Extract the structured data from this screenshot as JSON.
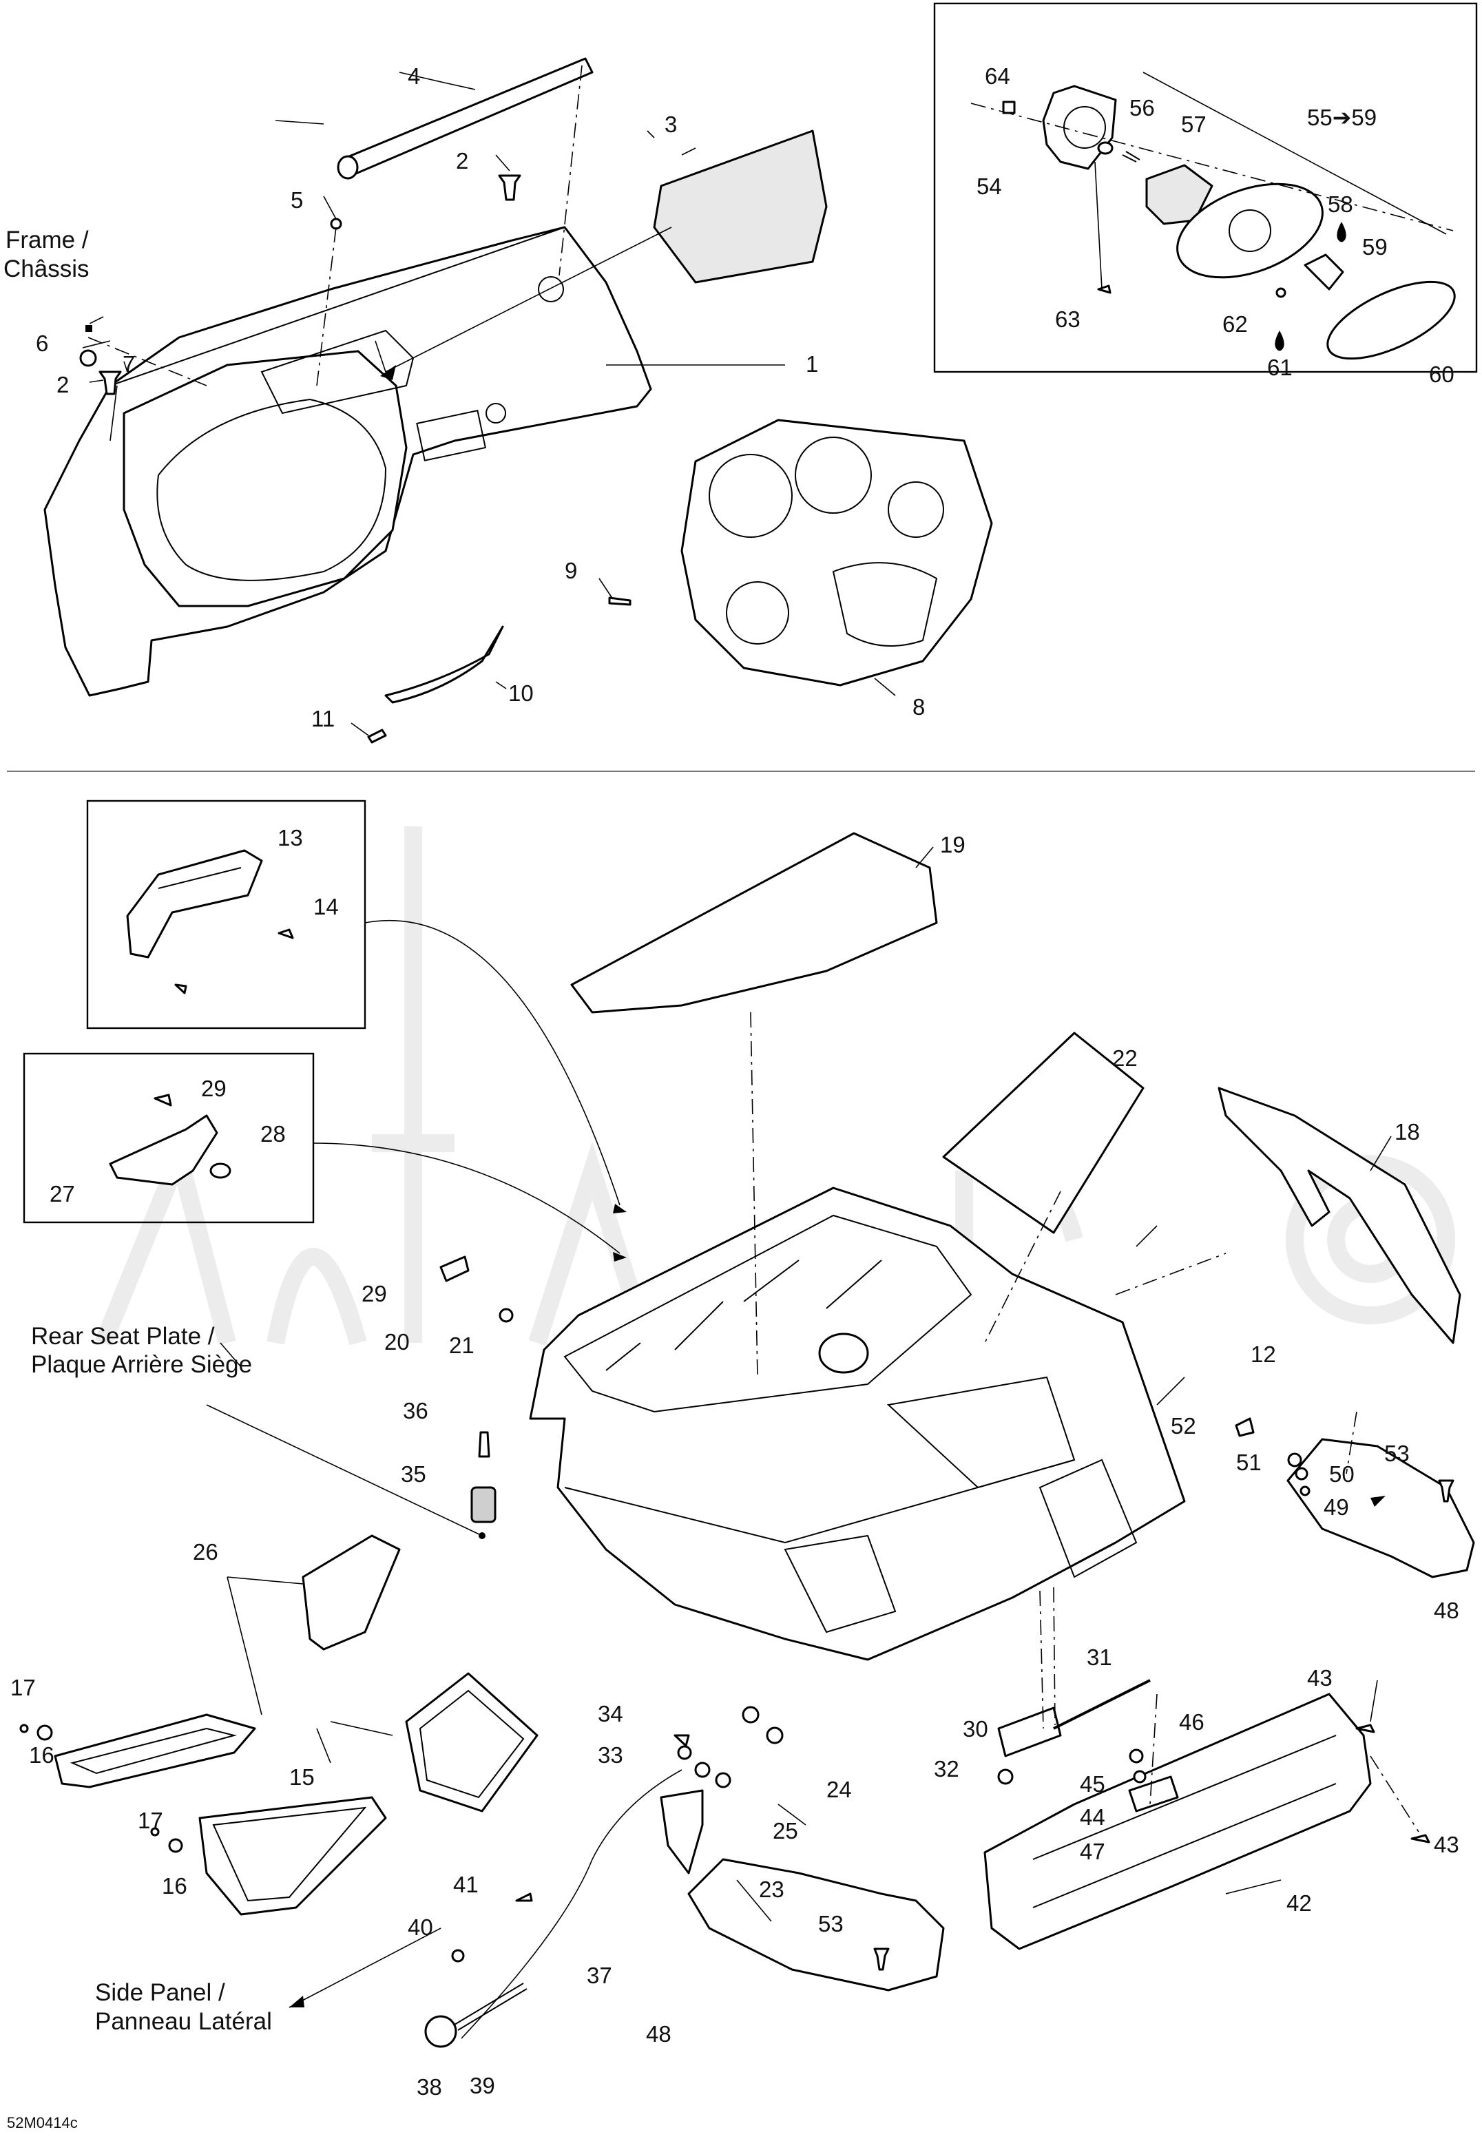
{
  "diagram": {
    "code": "52M0414c",
    "labels": {
      "frame_en": "Frame /",
      "frame_fr": "Châssis",
      "rear_seat_en": "Rear Seat Plate /",
      "rear_seat_fr": "Plaque Arrière Siège",
      "side_panel_en": "Side Panel /",
      "side_panel_fr": "Panneau Latéral"
    },
    "callouts": {
      "c1": "1",
      "c2a": "2",
      "c2b": "2",
      "c3": "3",
      "c4": "4",
      "c5": "5",
      "c6": "6",
      "c7": "7",
      "c8": "8",
      "c9": "9",
      "c10": "10",
      "c11": "11",
      "c12": "12",
      "c13": "13",
      "c14": "14",
      "c15": "15",
      "c16a": "16",
      "c16b": "16",
      "c17a": "17",
      "c17b": "17",
      "c18": "18",
      "c19": "19",
      "c20": "20",
      "c21": "21",
      "c22": "22",
      "c23": "23",
      "c24": "24",
      "c25": "25",
      "c26": "26",
      "c27": "27",
      "c28": "28",
      "c29a": "29",
      "c29b": "29",
      "c30": "30",
      "c31": "31",
      "c32": "32",
      "c33": "33",
      "c34": "34",
      "c35": "35",
      "c36": "36",
      "c37": "37",
      "c38": "38",
      "c39": "39",
      "c40": "40",
      "c41": "41",
      "c42": "42",
      "c43a": "43",
      "c43b": "43",
      "c44": "44",
      "c45": "45",
      "c46": "46",
      "c47": "47",
      "c48a": "48",
      "c48b": "48",
      "c49": "49",
      "c50": "50",
      "c51": "51",
      "c52": "52",
      "c53a": "53",
      "c53b": "53",
      "c54": "54",
      "c55": "55➔59",
      "c56": "56",
      "c57": "57",
      "c58": "58",
      "c59": "59",
      "c60": "60",
      "c61": "61",
      "c62": "62",
      "c63": "63",
      "c64": "64"
    }
  }
}
